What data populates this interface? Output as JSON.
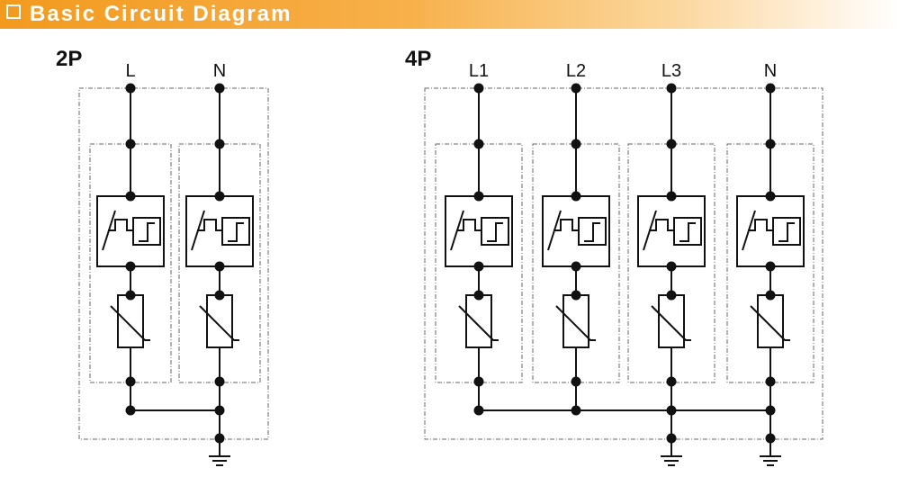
{
  "header": {
    "title": "Basic Circuit Diagram"
  },
  "diagrams": [
    {
      "model": "2P",
      "terminals": [
        "L",
        "N"
      ]
    },
    {
      "model": "4P",
      "terminals": [
        "L1",
        "L2",
        "L3",
        "N"
      ]
    }
  ],
  "colors": {
    "header_orange": "#f29a1e",
    "line": "#111111",
    "dash": "#666666"
  }
}
